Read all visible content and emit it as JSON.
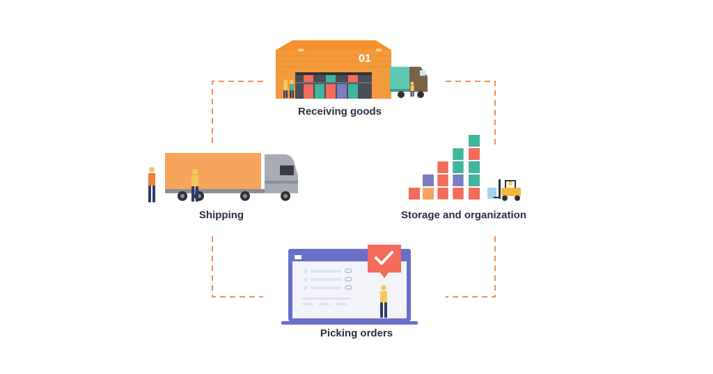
{
  "stages": {
    "receiving": {
      "label": "Receiving goods",
      "door_number": "01"
    },
    "storage": {
      "label": "Storage and organization"
    },
    "picking": {
      "label": "Picking orders"
    },
    "shipping": {
      "label": "Shipping"
    }
  },
  "colors": {
    "connector": "#f07f3c",
    "warehouse": "#f5902f",
    "trailer": "#f6a55a",
    "teal": "#3fb59c",
    "coral": "#f26b5b",
    "purple": "#7c7cc4",
    "screen_frame": "#6a6fc9",
    "text": "#2b2d42"
  },
  "icons": {
    "receiving": "warehouse-with-truck-icon",
    "storage": "stacked-boxes-forklift-icon",
    "picking": "laptop-checkmark-icon",
    "shipping": "semi-truck-icon"
  }
}
